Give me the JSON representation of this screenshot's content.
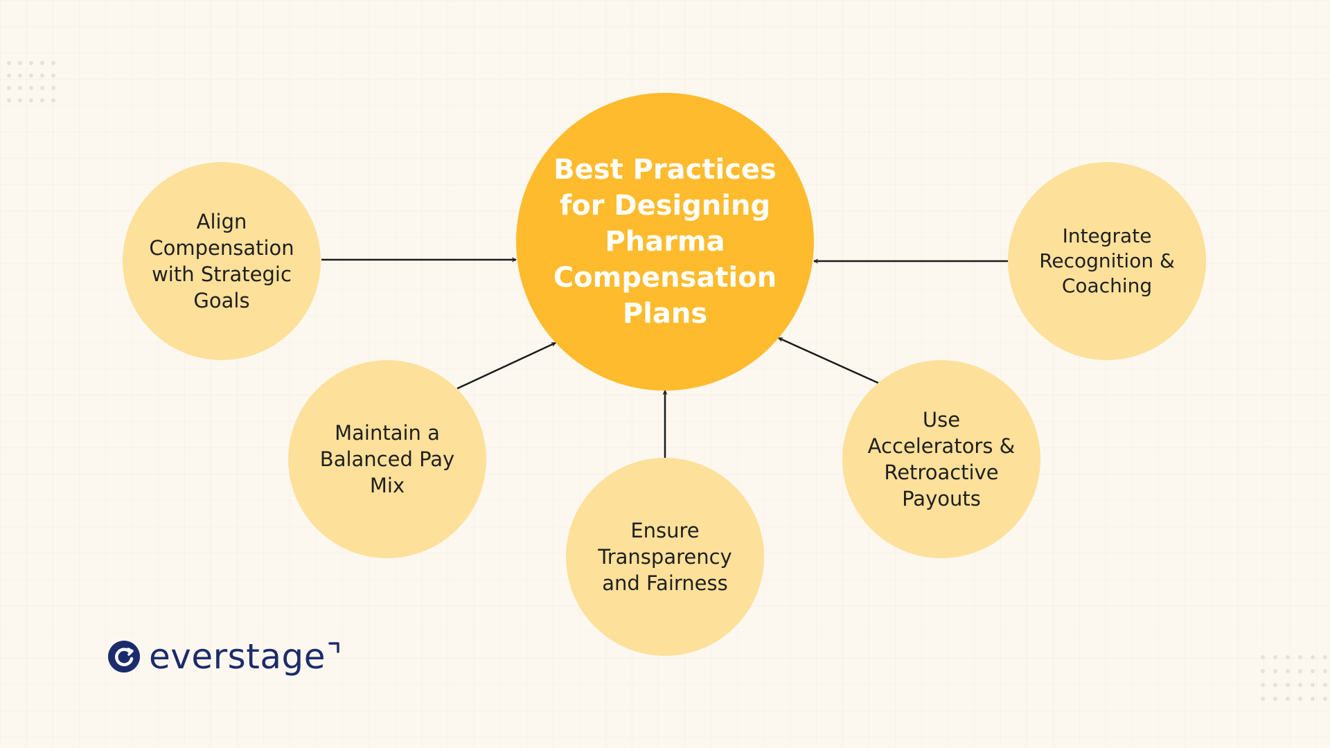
{
  "center": {
    "title": "Best Practices\nfor Designing\nPharma\nCompensation\nPlans"
  },
  "nodes": {
    "align": "Align\nCompensation\nwith Strategic\nGoals",
    "integrate": "Integrate\nRecognition &\nCoaching",
    "balanced": "Maintain a\nBalanced Pay\nMix",
    "transparency": "Ensure\nTransparency\nand Fairness",
    "accelerators": "Use\nAccelerators &\nRetroactive\nPayouts"
  },
  "brand": {
    "name": "everstage"
  },
  "colors": {
    "background": "#fcf8f0",
    "center_fill": "#fdbb2d",
    "satellite_fill": "#fde09a",
    "arrow": "#1a1a1a",
    "brand": "#1c2b6b"
  },
  "icons": {
    "logo": "everstage-logo-icon"
  }
}
